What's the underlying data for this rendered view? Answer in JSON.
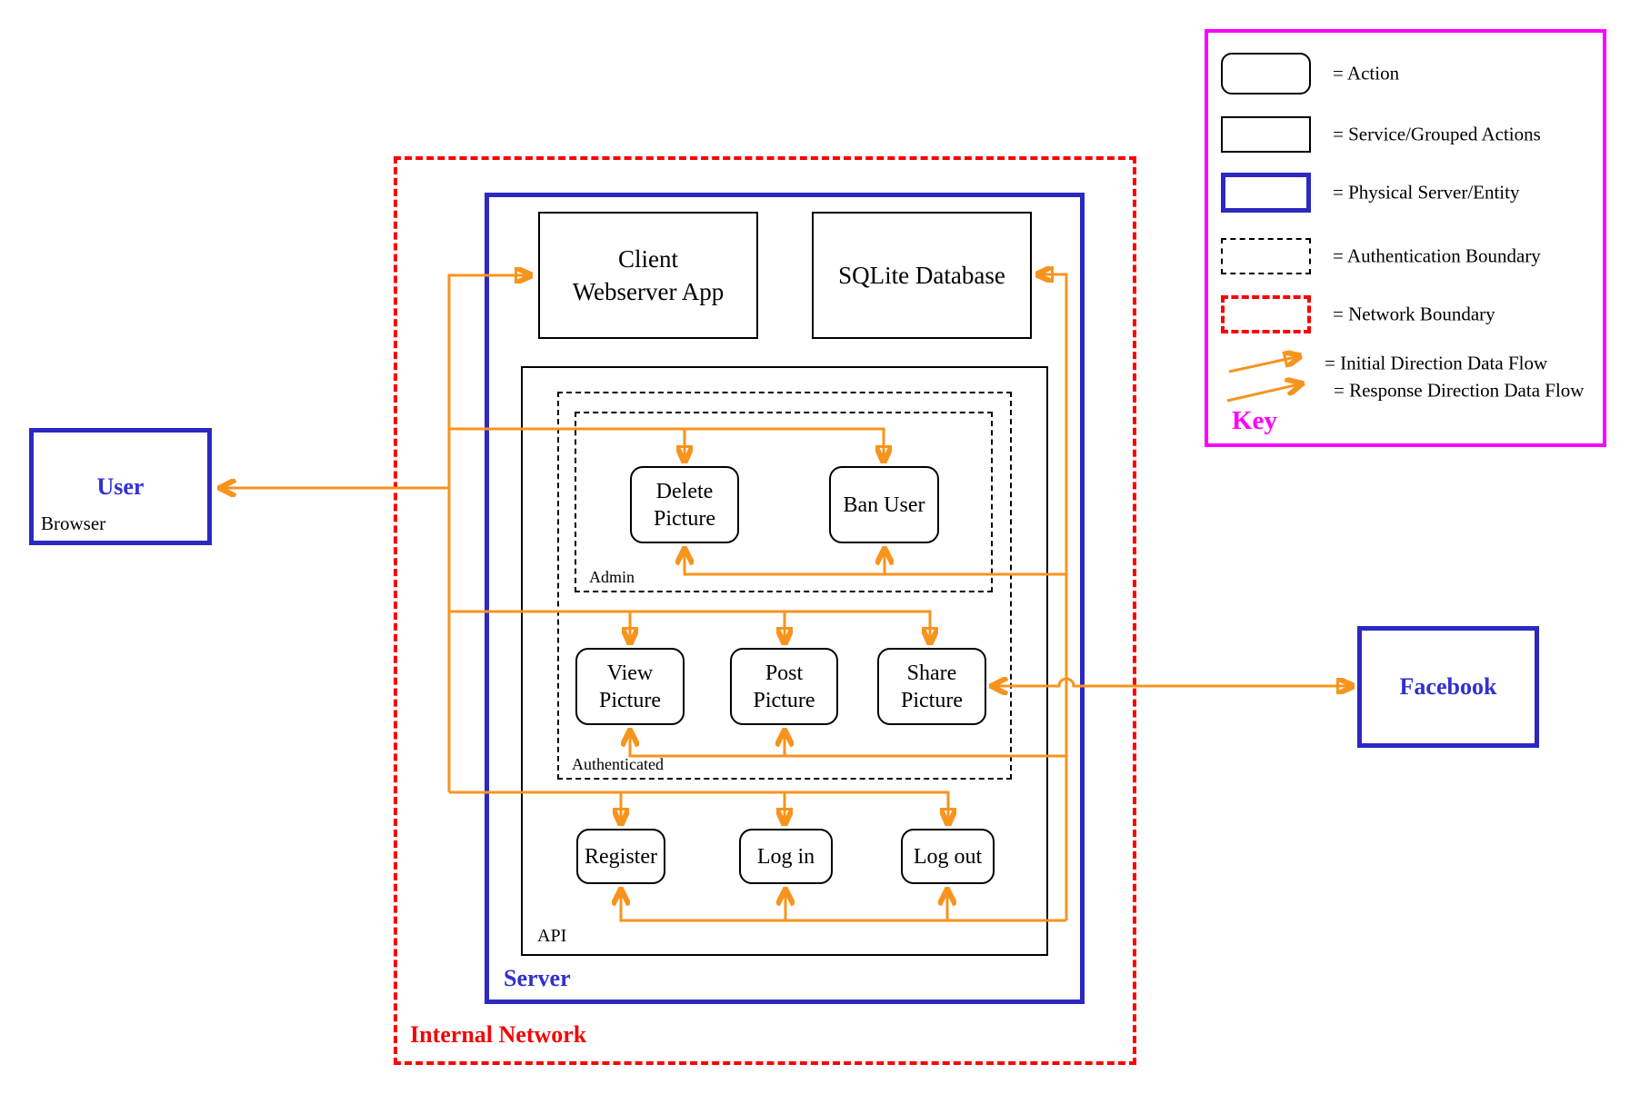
{
  "boundaries": {
    "internal_network": "Internal Network",
    "server": "Server",
    "api": "API",
    "authenticated": "Authenticated",
    "admin": "Admin"
  },
  "services": {
    "client_webserver_app": "Client\nWebserver App",
    "sqlite_database": "SQLite Database"
  },
  "actions": {
    "delete_picture": "Delete\nPicture",
    "ban_user": "Ban User",
    "view_picture": "View\nPicture",
    "post_picture": "Post\nPicture",
    "share_picture": "Share\nPicture",
    "register": "Register",
    "log_in": "Log in",
    "log_out": "Log out"
  },
  "entities": {
    "user": {
      "title": "User",
      "subtitle": "Browser"
    },
    "facebook": {
      "title": "Facebook"
    }
  },
  "key": {
    "title": "Key",
    "items": [
      {
        "swatch": "action-rounded-rect",
        "label": "= Action"
      },
      {
        "swatch": "service-rect",
        "label": "= Service/Grouped Actions"
      },
      {
        "swatch": "physical-server-rect",
        "label": "= Physical Server/Entity"
      },
      {
        "swatch": "authentication-boundary-dashed",
        "label": "= Authentication Boundary"
      },
      {
        "swatch": "network-boundary-dashed",
        "label": "= Network Boundary"
      },
      {
        "swatch": "initial-direction-arrow",
        "label": "= Initial Direction Data Flow"
      },
      {
        "swatch": "response-direction-arrow",
        "label": "= Response Direction Data Flow"
      }
    ]
  },
  "colors": {
    "orange": "#f7941d",
    "blue": "#2b29c0",
    "red": "#fb0000",
    "magenta": "#ff00ff",
    "black": "#000000"
  }
}
